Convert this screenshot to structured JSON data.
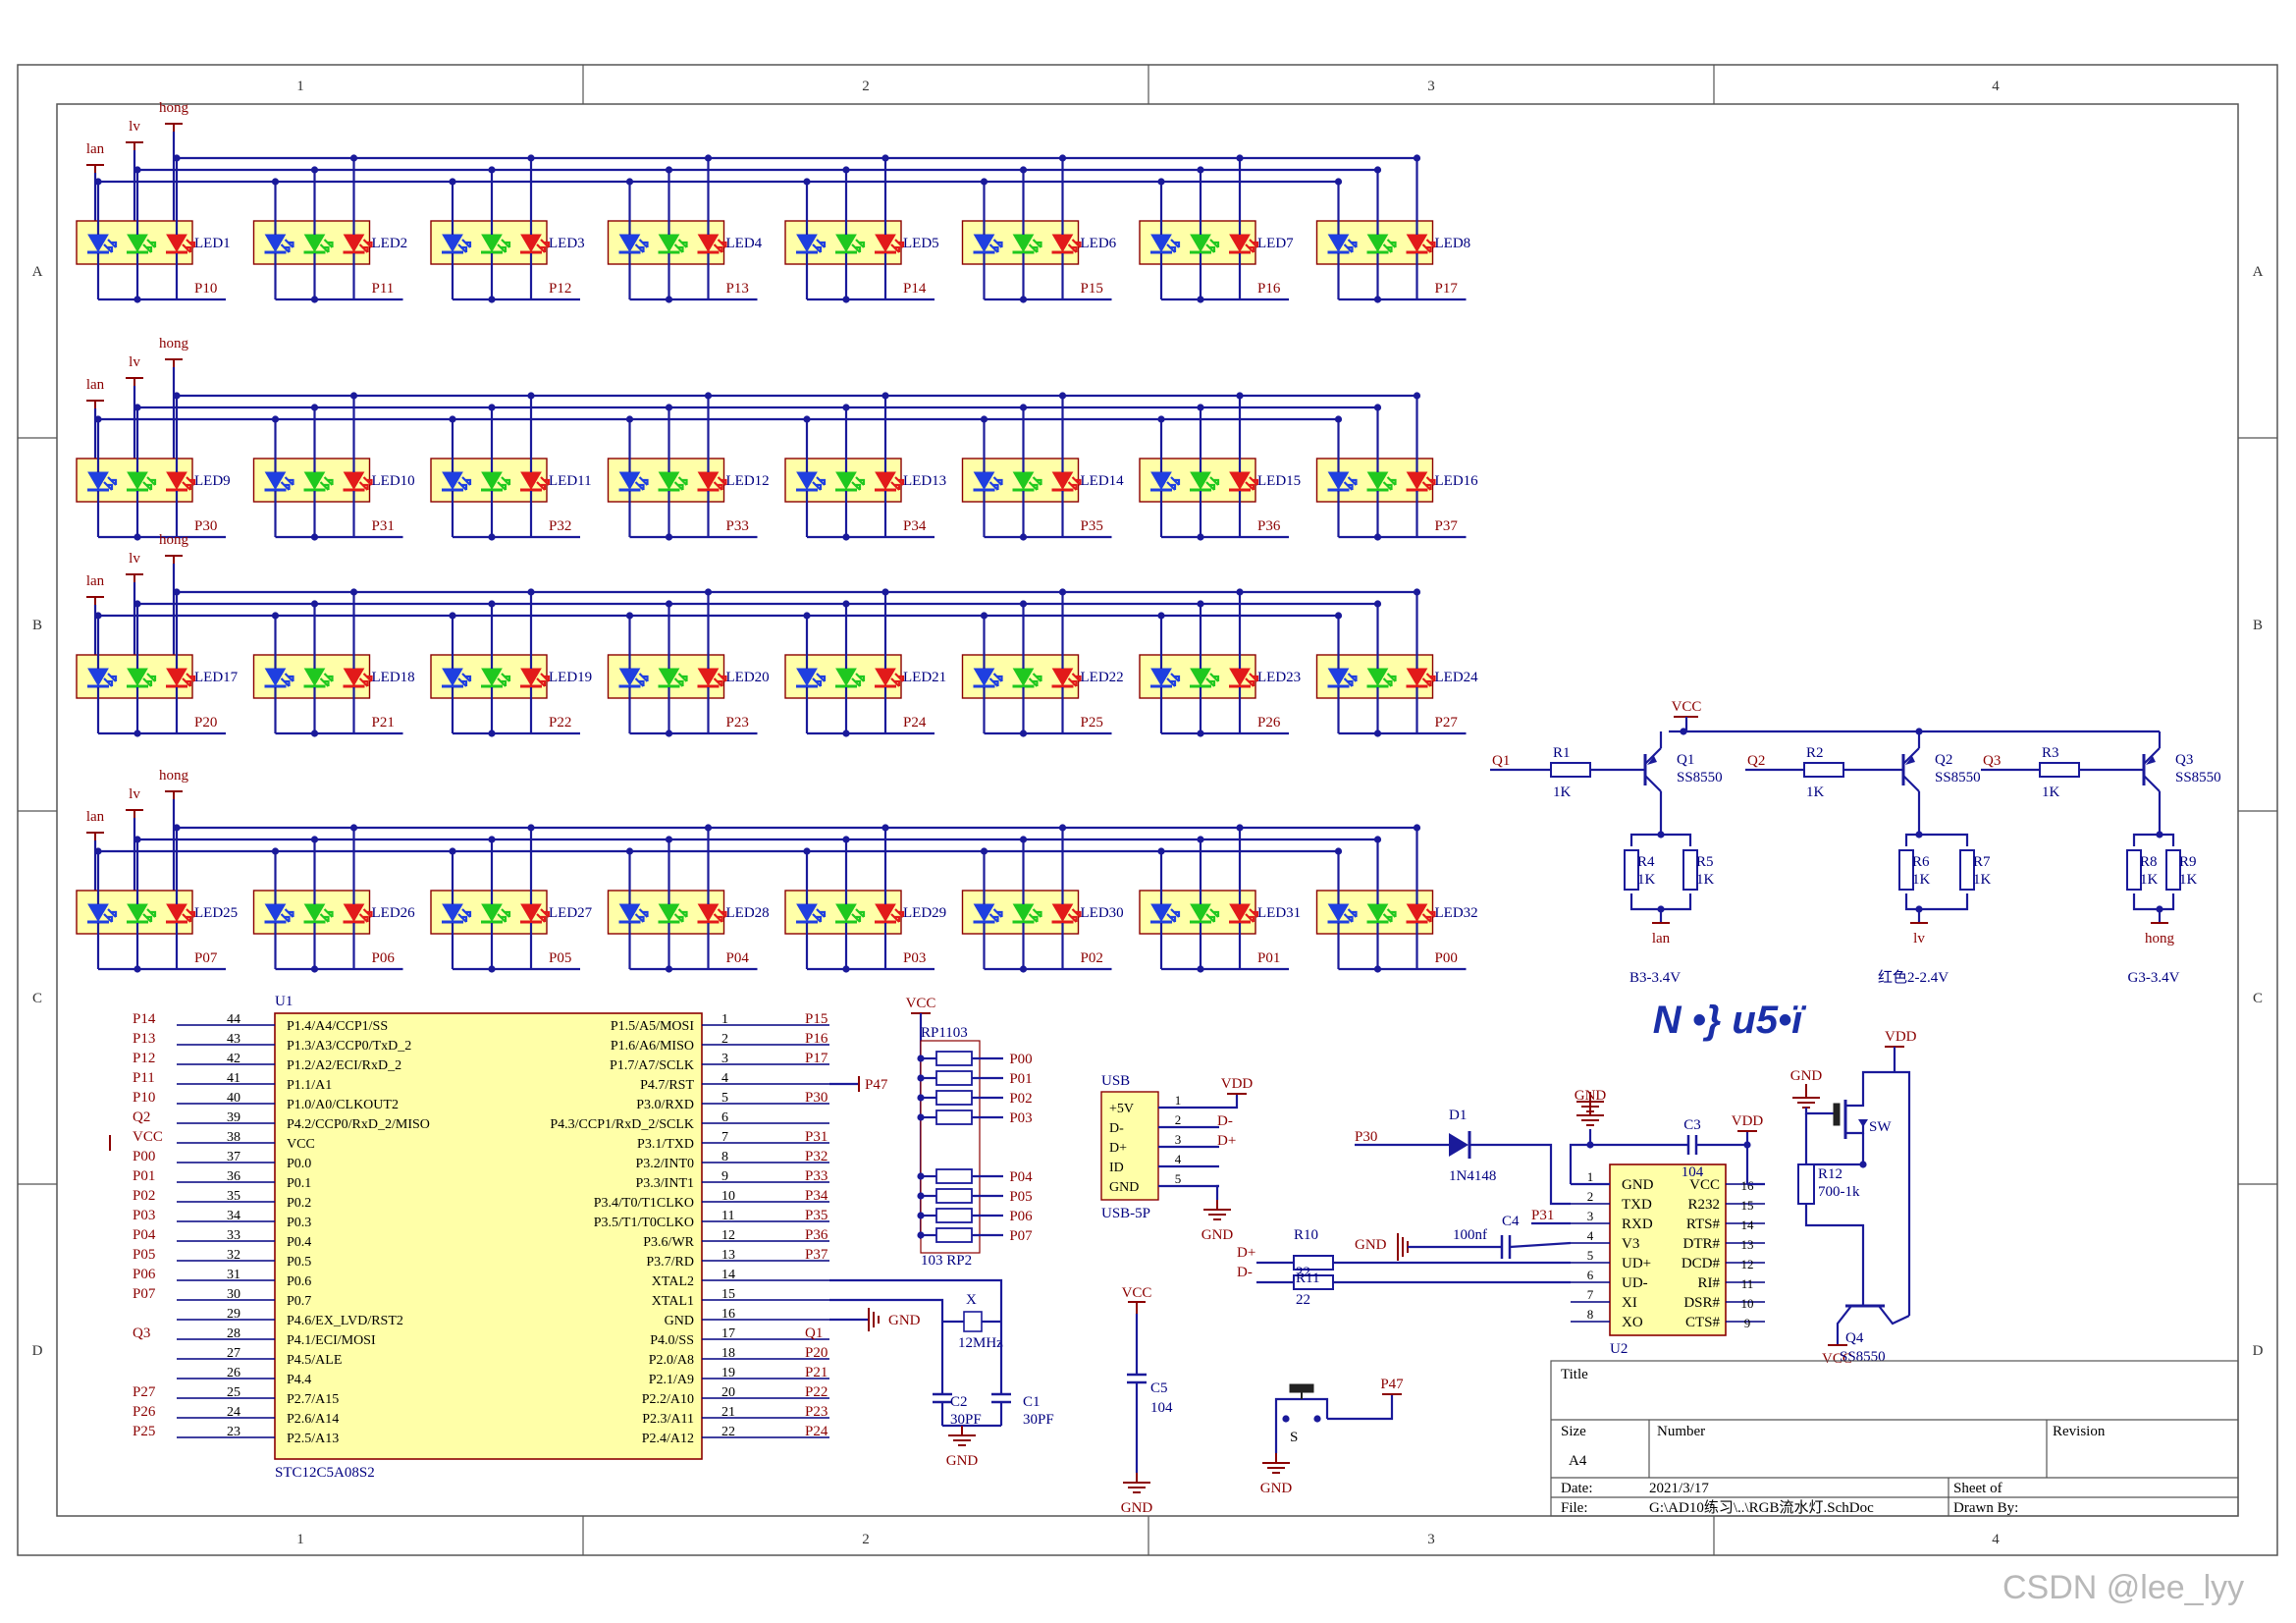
{
  "frame": {
    "columns": [
      "1",
      "2",
      "3",
      "4"
    ],
    "rows": [
      "A",
      "B",
      "C",
      "D"
    ]
  },
  "colors": {
    "wire": "#1a1a9a",
    "part_fill": "#ffffa8",
    "part_border": "#8b0000",
    "power": "#8b0000",
    "label": "#8b0000",
    "text": "#000080",
    "led_blue": "#1f3fe0",
    "led_green": "#1fc81f",
    "led_red": "#e21a1a"
  },
  "rails": {
    "lan": "lan",
    "lv": "lv",
    "hong": "hong"
  },
  "led_rows": [
    {
      "refs": [
        "LED1",
        "LED2",
        "LED3",
        "LED4",
        "LED5",
        "LED6",
        "LED7",
        "LED8"
      ],
      "pins": [
        "P10",
        "P11",
        "P12",
        "P13",
        "P14",
        "P15",
        "P16",
        "P17"
      ]
    },
    {
      "refs": [
        "LED9",
        "LED10",
        "LED11",
        "LED12",
        "LED13",
        "LED14",
        "LED15",
        "LED16"
      ],
      "pins": [
        "P30",
        "P31",
        "P32",
        "P33",
        "P34",
        "P35",
        "P36",
        "P37"
      ]
    },
    {
      "refs": [
        "LED17",
        "LED18",
        "LED19",
        "LED20",
        "LED21",
        "LED22",
        "LED23",
        "LED24"
      ],
      "pins": [
        "P20",
        "P21",
        "P22",
        "P23",
        "P24",
        "P25",
        "P26",
        "P27"
      ]
    },
    {
      "refs": [
        "LED25",
        "LED26",
        "LED27",
        "LED28",
        "LED29",
        "LED30",
        "LED31",
        "LED32"
      ],
      "pins": [
        "P07",
        "P06",
        "P05",
        "P04",
        "P03",
        "P02",
        "P01",
        "P00"
      ]
    }
  ],
  "mcu": {
    "ref": "U1",
    "part": "STC12C5A08S2",
    "left_pins": [
      {
        "net": "P14",
        "num": "44",
        "name": "P1.4/A4/CCP1/SS"
      },
      {
        "net": "P13",
        "num": "43",
        "name": "P1.3/A3/CCP0/TxD_2"
      },
      {
        "net": "P12",
        "num": "42",
        "name": "P1.2/A2/ECI/RxD_2"
      },
      {
        "net": "P11",
        "num": "41",
        "name": "P1.1/A1"
      },
      {
        "net": "P10",
        "num": "40",
        "name": "P1.0/A0/CLKOUT2"
      },
      {
        "net": "Q2",
        "num": "39",
        "name": "P4.2/CCP0/RxD_2/MISO"
      },
      {
        "net": "VCC",
        "num": "38",
        "name": "VCC"
      },
      {
        "net": "P00",
        "num": "37",
        "name": "P0.0"
      },
      {
        "net": "P01",
        "num": "36",
        "name": "P0.1"
      },
      {
        "net": "P02",
        "num": "35",
        "name": "P0.2"
      },
      {
        "net": "P03",
        "num": "34",
        "name": "P0.3"
      },
      {
        "net": "P04",
        "num": "33",
        "name": "P0.4"
      },
      {
        "net": "P05",
        "num": "32",
        "name": "P0.5"
      },
      {
        "net": "P06",
        "num": "31",
        "name": "P0.6"
      },
      {
        "net": "P07",
        "num": "30",
        "name": "P0.7"
      },
      {
        "net": "",
        "num": "29",
        "name": "P4.6/EX_LVD/RST2"
      },
      {
        "net": "Q3",
        "num": "28",
        "name": "P4.1/ECI/MOSI"
      },
      {
        "net": "",
        "num": "27",
        "name": "P4.5/ALE"
      },
      {
        "net": "",
        "num": "26",
        "name": "P4.4"
      },
      {
        "net": "P27",
        "num": "25",
        "name": "P2.7/A15"
      },
      {
        "net": "P26",
        "num": "24",
        "name": "P2.6/A14"
      },
      {
        "net": "P25",
        "num": "23",
        "name": "P2.5/A13"
      }
    ],
    "right_pins": [
      {
        "num": "1",
        "name": "P1.5/A5/MOSI",
        "net": "P15"
      },
      {
        "num": "2",
        "name": "P1.6/A6/MISO",
        "net": "P16"
      },
      {
        "num": "3",
        "name": "P1.7/A7/SCLK",
        "net": "P17"
      },
      {
        "num": "4",
        "name": "P4.7/RST",
        "net": "P47"
      },
      {
        "num": "5",
        "name": "P3.0/RXD",
        "net": "P30"
      },
      {
        "num": "6",
        "name": "P4.3/CCP1/RxD_2/SCLK",
        "net": ""
      },
      {
        "num": "7",
        "name": "P3.1/TXD",
        "net": "P31"
      },
      {
        "num": "8",
        "name": "P3.2/INT0",
        "net": "P32"
      },
      {
        "num": "9",
        "name": "P3.3/INT1",
        "net": "P33"
      },
      {
        "num": "10",
        "name": "P3.4/T0/T1CLKO",
        "net": "P34"
      },
      {
        "num": "11",
        "name": "P3.5/T1/T0CLKO",
        "net": "P35"
      },
      {
        "num": "12",
        "name": "P3.6/WR",
        "net": "P36"
      },
      {
        "num": "13",
        "name": "P3.7/RD",
        "net": "P37"
      },
      {
        "num": "14",
        "name": "XTAL2",
        "net": ""
      },
      {
        "num": "15",
        "name": "XTAL1",
        "net": ""
      },
      {
        "num": "16",
        "name": "GND",
        "net": "GND"
      },
      {
        "num": "17",
        "name": "P4.0/SS",
        "net": "Q1"
      },
      {
        "num": "18",
        "name": "P2.0/A8",
        "net": "P20"
      },
      {
        "num": "19",
        "name": "P2.1/A9",
        "net": "P21"
      },
      {
        "num": "20",
        "name": "P2.2/A10",
        "net": "P22"
      },
      {
        "num": "21",
        "name": "P2.3/A11",
        "net": "P23"
      },
      {
        "num": "22",
        "name": "P2.4/A12",
        "net": "P24"
      }
    ]
  },
  "crystal": {
    "ref": "X",
    "value": "12MHz",
    "c2_ref": "C2",
    "c2_value": "30PF",
    "c1_ref": "C1",
    "c1_value": "30PF",
    "gnd": "GND"
  },
  "rpack": {
    "ref_top": "RP1103",
    "ref_bottom": "103 RP2",
    "vcc": "VCC",
    "nets": [
      "P00",
      "P01",
      "P02",
      "P03",
      "P04",
      "P05",
      "P06",
      "P07"
    ]
  },
  "usb": {
    "ref": "USB",
    "part": "USB-5P",
    "pins": [
      "+5V",
      "D-",
      "D+",
      "ID",
      "GND"
    ],
    "nums": [
      "1",
      "2",
      "3",
      "4",
      "5"
    ],
    "nets": [
      "VDD",
      "D-",
      "D+",
      "",
      ""
    ],
    "gnd": "GND"
  },
  "c5": {
    "ref": "C5",
    "value": "104",
    "vcc": "VCC",
    "gnd": "GND"
  },
  "switch": {
    "ref": "S",
    "net": "P47",
    "gnd": "GND"
  },
  "drivers": [
    {
      "in": "Q1",
      "r": "R1",
      "rv": "1K",
      "q": "Q1",
      "qp": "SS8550",
      "ra": "R4",
      "rav": "1K",
      "rb": "R5",
      "rbv": "1K",
      "out": "lan",
      "note": "B3-3.4V"
    },
    {
      "in": "Q2",
      "r": "R2",
      "rv": "1K",
      "q": "Q2",
      "qp": "SS8550",
      "ra": "R6",
      "rav": "1K",
      "rb": "R7",
      "rbv": "1K",
      "out": "lv",
      "note": "红色2-2.4V"
    },
    {
      "in": "Q3",
      "r": "R3",
      "rv": "1K",
      "q": "Q3",
      "qp": "SS8550",
      "ra": "R8",
      "rav": "1K",
      "rb": "R9",
      "rbv": "1K",
      "out": "hong",
      "note": "G3-3.4V"
    }
  ],
  "driver_vcc": "VCC",
  "garbled": "N •} u5•ï",
  "ch340": {
    "ref": "U2",
    "left": [
      {
        "n": "1",
        "s": "GND"
      },
      {
        "n": "2",
        "s": "TXD"
      },
      {
        "n": "3",
        "s": "RXD"
      },
      {
        "n": "4",
        "s": "V3"
      },
      {
        "n": "5",
        "s": "UD+"
      },
      {
        "n": "6",
        "s": "UD-"
      },
      {
        "n": "7",
        "s": "XI"
      },
      {
        "n": "8",
        "s": "XO"
      }
    ],
    "right": [
      {
        "n": "16",
        "s": "VCC"
      },
      {
        "n": "15",
        "s": "R232"
      },
      {
        "n": "14",
        "s": "RTS#"
      },
      {
        "n": "13",
        "s": "DTR#"
      },
      {
        "n": "12",
        "s": "DCD#"
      },
      {
        "n": "11",
        "s": "RI#"
      },
      {
        "n": "10",
        "s": "DSR#"
      },
      {
        "n": "9",
        "s": "CTS#"
      }
    ]
  },
  "serial_parts": {
    "d1_ref": "D1",
    "d1_part": "1N4148",
    "p30": "P30",
    "p31": "P31",
    "c3_ref": "C3",
    "c3_value": "104",
    "vdd": "VDD",
    "gnd": "GND",
    "c4_ref": "C4",
    "c4_value": "100nf",
    "r10": "R10",
    "r11": "R11",
    "r10v": "22",
    "r11v": "22",
    "dp": "D+",
    "dm": "D-"
  },
  "power_sw": {
    "gnd": "GND",
    "vdd": "VDD",
    "sw": "SW",
    "r12": "R12",
    "r12v": "700-1k",
    "q4": "Q4",
    "q4p": "SS8550",
    "vcc": "VCC"
  },
  "title_block": {
    "title_label": "Title",
    "size_label": "Size",
    "size_value": "A4",
    "number_label": "Number",
    "revision_label": "Revision",
    "date_label": "Date:",
    "date_value": "2021/3/17",
    "file_label": "File:",
    "file_value": "G:\\AD10练习\\..\\RGB流水灯.SchDoc",
    "sheet_label": "Sheet   of",
    "drawn_label": "Drawn By:"
  },
  "watermark": "CSDN @lee_lyy"
}
